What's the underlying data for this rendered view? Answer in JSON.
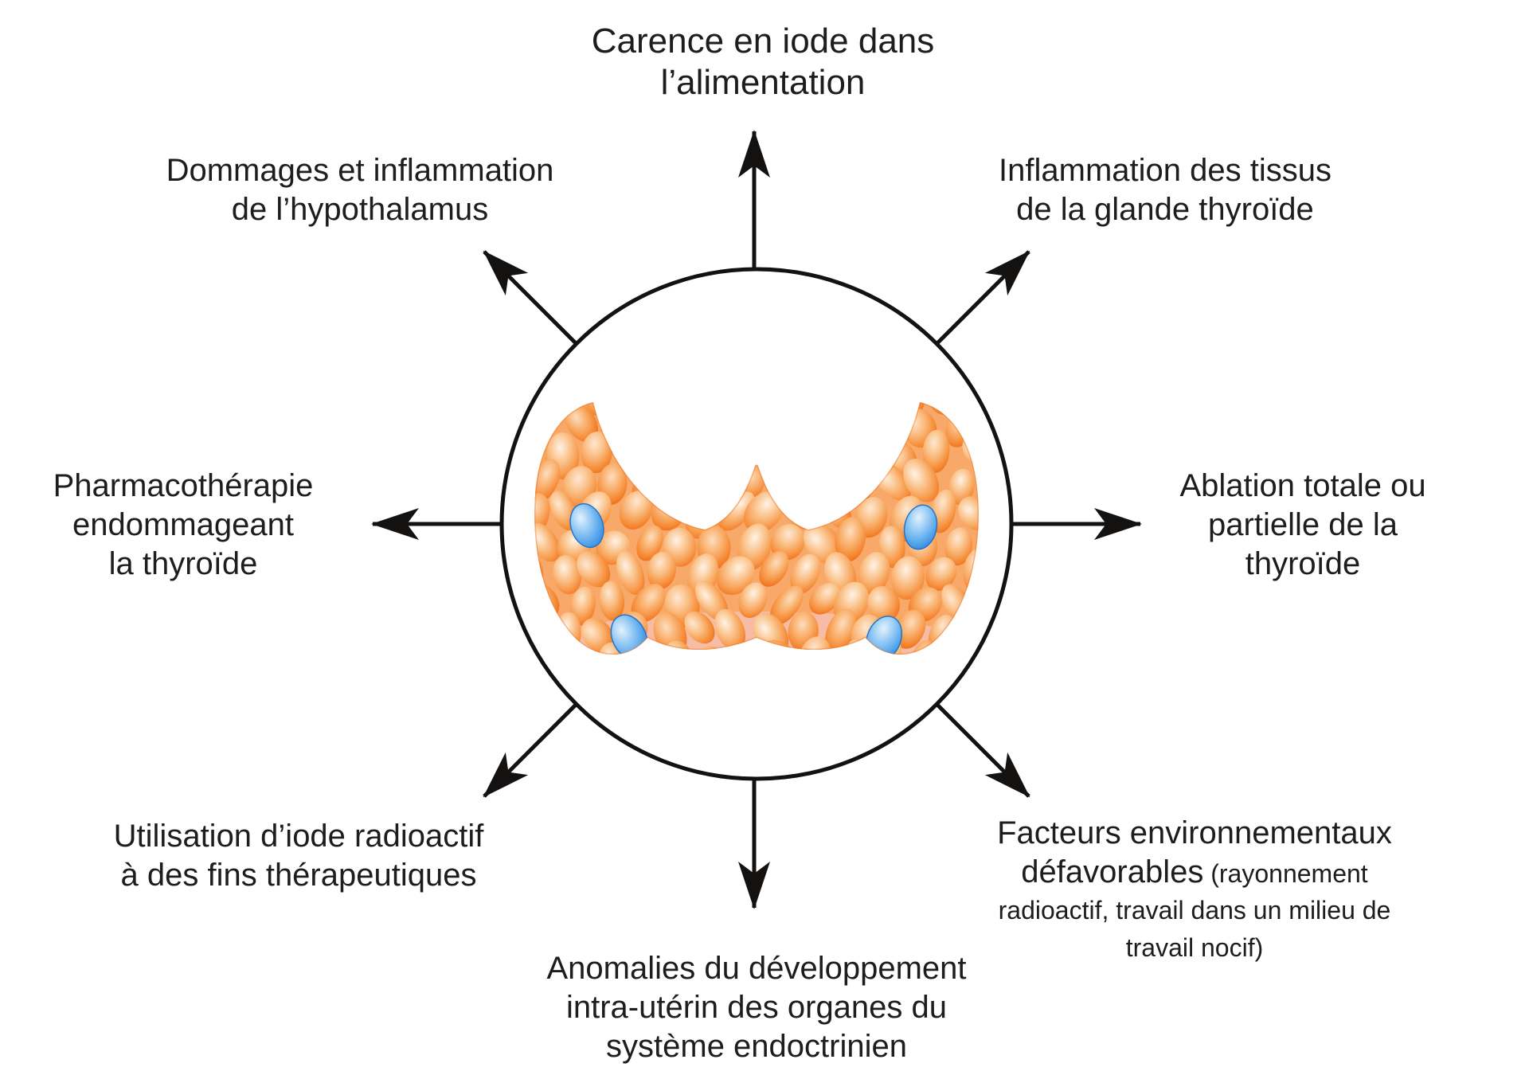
{
  "diagram": {
    "subject": "thyroid-gland-in-circle",
    "colors": {
      "text": "#1d1d1b",
      "line": "#141210",
      "circle_fill": "#ffffff",
      "gland_orange": "#F2701F",
      "gland_light": "#FDEBD6",
      "gland_base": "#F8A96A",
      "gland_shadow": "#F7BFAF",
      "nodule_blue": "#2C82D8"
    }
  },
  "labels": {
    "top": {
      "line1": "Carence en iode dans",
      "line2": "l’alimentation"
    },
    "top_left": {
      "line1": "Dommages et inflammation",
      "line2": "de l’hypothalamus"
    },
    "top_right": {
      "line1": "Inflammation des tissus",
      "line2": "de la glande thyroïde"
    },
    "left": {
      "line1": "Pharmacothérapie",
      "line2": "endommageant",
      "line3": "la thyroïde"
    },
    "right": {
      "line1": "Ablation totale ou",
      "line2": "partielle de la",
      "line3": "thyroïde"
    },
    "bottom_left": {
      "line1": "Utilisation d’iode radioactif",
      "line2": "à des fins thérapeutiques"
    },
    "bottom_right": {
      "line1": "Facteurs environnementaux",
      "line2_large": "défavorables",
      "line2_small": " (rayonnement",
      "line3": "radioactif, travail dans un milieu de",
      "line4": "travail nocif)"
    },
    "bottom": {
      "line1": "Anomalies du développement",
      "line2": "intra-utérin des organes du",
      "line3": "système endoctrinien"
    }
  }
}
